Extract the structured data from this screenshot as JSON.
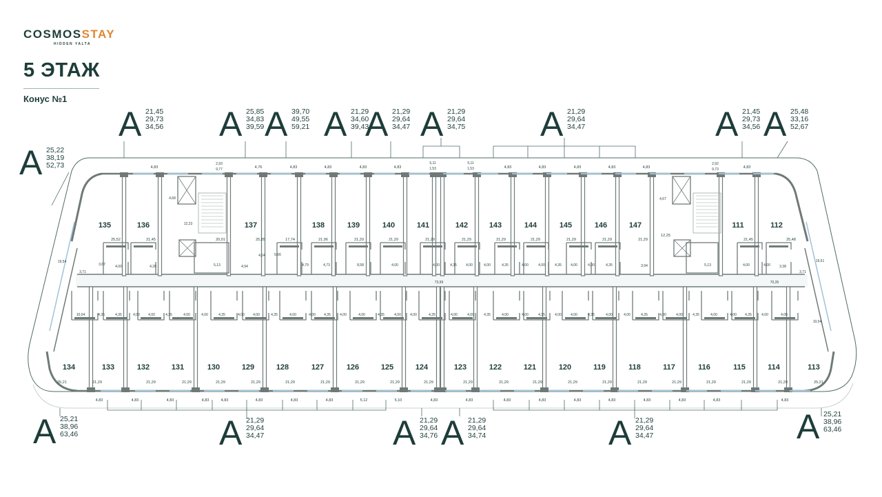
{
  "brand": {
    "name_part1": "COSMOS",
    "name_part2": "STAY",
    "subtitle": "HIDDEN YALTA"
  },
  "floor_title": "5 ЭТАЖ",
  "section_label": "Конус №1",
  "colors": {
    "primary": "#1e3d3a",
    "brand_accent": "#e0862f",
    "wall": "#6f7a78",
    "window": "#9fc2d6",
    "background": "#ffffff"
  },
  "view_markers": [
    {
      "letter": "A",
      "values": [
        "25,22",
        "38,19",
        "52,73"
      ]
    },
    {
      "letter": "A",
      "values": [
        "21,45",
        "29,73",
        "34,56"
      ]
    },
    {
      "letter": "A",
      "values": [
        "25,85",
        "34,83",
        "39,59"
      ]
    },
    {
      "letter": "A",
      "values": [
        "39,70",
        "49,55",
        "59,21"
      ]
    },
    {
      "letter": "A",
      "values": [
        "21,29",
        "34,60",
        "39,43"
      ]
    },
    {
      "letter": "A",
      "values": [
        "21,29",
        "29,64",
        "34,47"
      ]
    },
    {
      "letter": "A",
      "values": [
        "21,29",
        "29,64",
        "34,75"
      ]
    },
    {
      "letter": "A",
      "values": [
        "21,29",
        "29,64",
        "34,47"
      ]
    },
    {
      "letter": "A",
      "values": [
        "21,45",
        "29,73",
        "34,56"
      ]
    },
    {
      "letter": "A",
      "values": [
        "25,48",
        "33,16",
        "52,67"
      ]
    },
    {
      "letter": "A",
      "values": [
        "25,21",
        "38,96",
        "63,46"
      ]
    },
    {
      "letter": "A",
      "values": [
        "21,29",
        "29,64",
        "34,47"
      ]
    },
    {
      "letter": "A",
      "values": [
        "21,29",
        "29,64",
        "34,76"
      ]
    },
    {
      "letter": "A",
      "values": [
        "21,29",
        "29,64",
        "34,74"
      ]
    },
    {
      "letter": "A",
      "values": [
        "21,29",
        "29,64",
        "34,47"
      ]
    },
    {
      "letter": "A",
      "values": [
        "25,21",
        "38,96",
        "63,46"
      ]
    }
  ],
  "rooms_top": [
    "135",
    "136",
    "137",
    "138",
    "139",
    "140",
    "141",
    "142",
    "143",
    "144",
    "145",
    "146",
    "147",
    "111",
    "112"
  ],
  "rooms_bottom": [
    "134",
    "133",
    "132",
    "131",
    "130",
    "129",
    "128",
    "127",
    "126",
    "125",
    "124",
    "123",
    "122",
    "121",
    "120",
    "119",
    "118",
    "117",
    "116",
    "115",
    "114",
    "113"
  ],
  "area_labels_top": [
    "25,52",
    "21,45",
    "20,01",
    "25,85",
    "17,74",
    "21,96",
    "21,29",
    "21,29",
    "21,29",
    "21,29",
    "21,29",
    "21,29",
    "21,29",
    "21,29",
    "21,29",
    "12,25",
    "21,45",
    "25,48"
  ],
  "area_labels_bottom": [
    "25,21",
    "21,29",
    "21,29",
    "21,29",
    "21,29",
    "21,29",
    "21,29",
    "21,29",
    "21,29",
    "21,29",
    "21,29",
    "21,29",
    "21,29",
    "21,29",
    "21,29",
    "21,29",
    "21,29",
    "21,29",
    "21,29",
    "21,29",
    "21,29",
    "25,21"
  ],
  "balcony_top": [
    "4,83",
    "4,76",
    "4,83",
    "4,83",
    "4,83",
    "4,83",
    "4,83",
    "4,83",
    "4,83",
    "4,83",
    "4,83",
    "4,83"
  ],
  "balcony_bottom": [
    "4,83",
    "4,83",
    "4,83",
    "4,83",
    "4,83",
    "4,83",
    "4,83",
    "4,83",
    "5,12",
    "5,10",
    "4,83",
    "4,83",
    "4,83",
    "4,83",
    "4,83",
    "4,83",
    "4,83",
    "4,83",
    "4,83",
    "4,83"
  ],
  "small_top": [
    "5,11",
    "1,53",
    "5,11",
    "1,53",
    "2,93",
    "9,77",
    "2,92",
    "9,73"
  ],
  "bath_labels": [
    "4,00",
    "4,35",
    "4,28",
    "3,67",
    "3,71",
    "4,94",
    "4,79",
    "4,73",
    "8,58",
    "5,06",
    "4,04",
    "5,13",
    "3,94",
    "4,68",
    "4,67",
    "12,23",
    "3,38",
    "73,99",
    "70,35",
    "19,54",
    "19,51",
    "10,04",
    "10,04",
    "3,71",
    "5,13"
  ]
}
